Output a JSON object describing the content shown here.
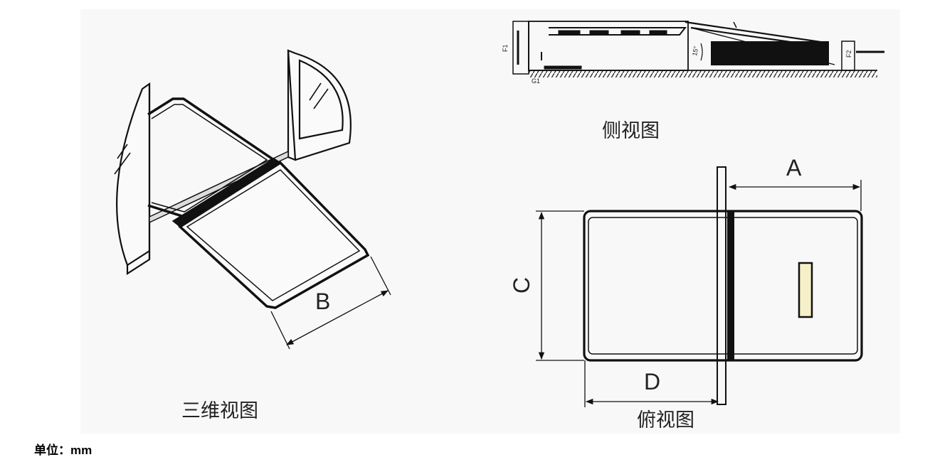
{
  "views": {
    "three_d": {
      "caption": "三维视图",
      "dim_b": "B"
    },
    "side": {
      "caption": "侧视图",
      "label_f1": "F1",
      "label_f2": "F2",
      "label_angle": "15°",
      "label_g1": "G1"
    },
    "top": {
      "caption": "俯视图",
      "dim_a": "A",
      "dim_c": "C",
      "dim_d": "D"
    }
  },
  "footer": {
    "unit_label": "单位：mm"
  },
  "colors": {
    "line": "#111111",
    "background": "#f8f8f8",
    "label_plate": "#f5f0c8"
  }
}
